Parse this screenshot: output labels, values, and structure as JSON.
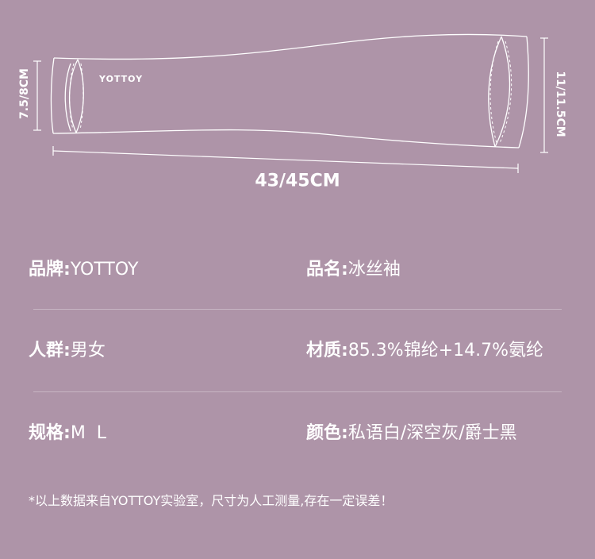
{
  "diagram": {
    "brand_mark": "YOTTOY",
    "opening_height": "7.5/8CM",
    "cuff_height": "11/11.5CM",
    "length": "43/45CM"
  },
  "specs": [
    {
      "left": {
        "label": "品牌:",
        "value": "YOTTOY"
      },
      "right": {
        "label": "品名:",
        "value": "冰丝袖"
      }
    },
    {
      "left": {
        "label": "人群:",
        "value": "男女"
      },
      "right": {
        "label": "材质:",
        "value": "85.3%锦纶+14.7%氨纶"
      }
    },
    {
      "left": {
        "label": "规格:",
        "value": "M  L"
      },
      "right": {
        "label": "颜色:",
        "value": "私语白/深空灰/爵士黑"
      }
    }
  ],
  "footnote": "*以上数据来自YOTTOY实验室，尺寸为人工测量,存在一定误差！"
}
